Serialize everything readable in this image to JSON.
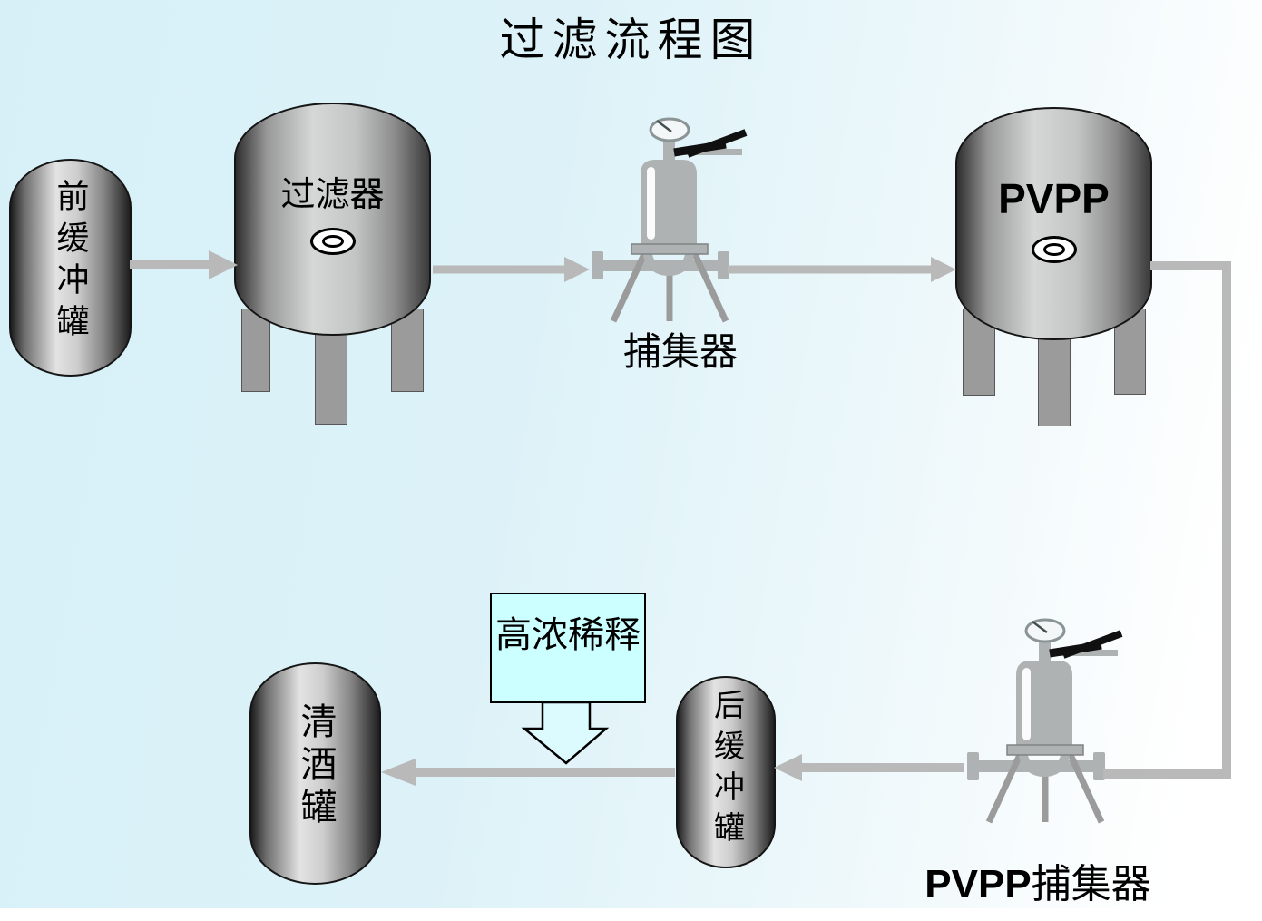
{
  "title": "过滤流程图",
  "nodes": {
    "front_buffer": {
      "label": "前缓冲罐"
    },
    "filter": {
      "label": "过滤器"
    },
    "trap": {
      "label": "捕集器"
    },
    "pvpp": {
      "label": "PVPP"
    },
    "dilution": {
      "label": "高浓稀释"
    },
    "rear_buffer": {
      "label": "后缓冲罐"
    },
    "clear_beer": {
      "label": "清酒罐"
    },
    "pvpp_trap": {
      "label_en": "PVPP",
      "label_zh": "捕集器"
    }
  },
  "flow": [
    "前缓冲罐 → 过滤器",
    "过滤器 → 捕集器",
    "捕集器 → PVPP",
    "PVPP → PVPP捕集器",
    "PVPP捕集器 → 后缓冲罐",
    "后缓冲罐 → 清酒罐",
    "高浓稀释 ↓ 后缓冲罐—清酒罐管线"
  ],
  "colors": {
    "background_left": "#d7f0f7",
    "background_right": "#ffffff",
    "pipe_gray": "#b9b9b9",
    "device_gray": "#aeb2b2",
    "callout_fill": "#ccffff",
    "text": "#000000"
  }
}
